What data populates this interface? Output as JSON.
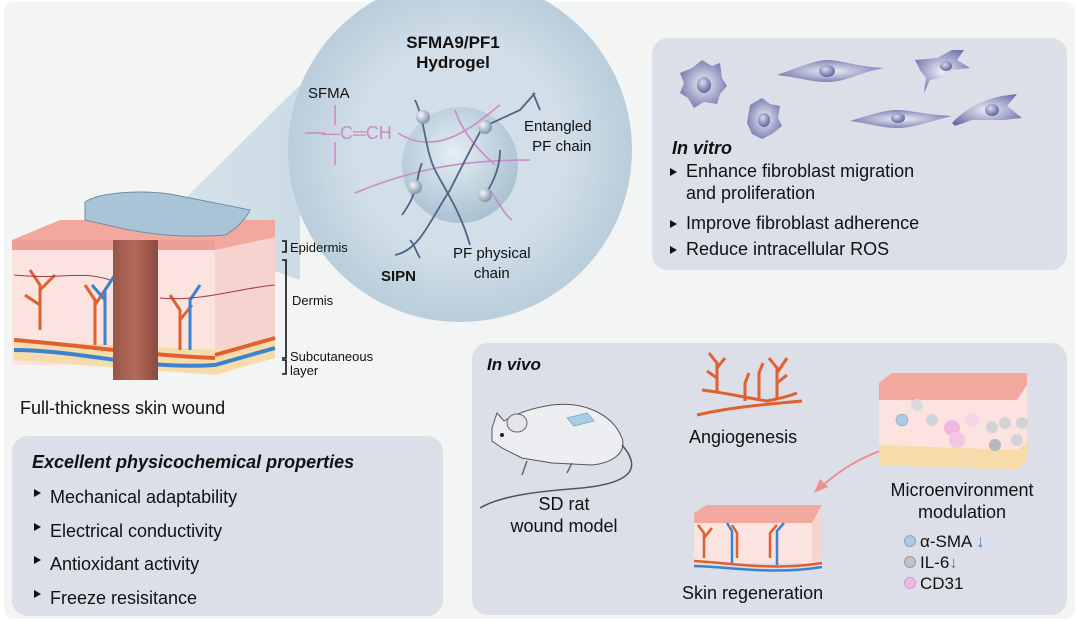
{
  "hydrogel": {
    "title_line1": "SFMA9/PF1",
    "title_line2": "Hydrogel",
    "sfma_label": "SFMA",
    "sfma_formula": "—C═CH",
    "entangled_line1": "Entangled",
    "entangled_line2": "PF chain",
    "physical_line1": "PF physical",
    "physical_line2": "chain",
    "sipn_label": "SIPN"
  },
  "skin": {
    "epidermis": "Epidermis",
    "dermis": "Dermis",
    "subcutaneous_line1": "Subcutaneous",
    "subcutaneous_line2": "layer",
    "caption": "Full-thickness skin wound"
  },
  "properties": {
    "title": "Excellent physicochemical properties",
    "items": [
      "Mechanical adaptability",
      "Electrical conductivity",
      "Antioxidant activity",
      "Freeze resisitance"
    ]
  },
  "in_vitro": {
    "title": "In vitro",
    "items": [
      "Enhance fibroblast migration",
      "and proliferation",
      "Improve fibroblast adherence",
      "Reduce intracellular ROS"
    ]
  },
  "in_vivo": {
    "title": "In vivo",
    "rat_line1": "SD rat",
    "rat_line2": "wound model",
    "angiogenesis": "Angiogenesis",
    "skin_regeneration": "Skin regeneration",
    "micro_line1": "Microenvironment",
    "micro_line2": "modulation",
    "markers": [
      {
        "name": "α-SMA",
        "trend": "down",
        "color": "#a9c9e6"
      },
      {
        "name": "IL-6",
        "trend": "down",
        "color": "#c4c4c4"
      },
      {
        "name": "CD31",
        "trend": "",
        "color": "#f2b9e0"
      }
    ],
    "arrow_glyph": "↓"
  },
  "colors": {
    "panel": "#dcdfe8",
    "background": "#f3f4f4",
    "sfma_pink": "#c98bc7",
    "pf_blue": "#4f6585",
    "artery": "#e0612f",
    "vein": "#3b82d1",
    "skin": "#f6c6bd"
  }
}
